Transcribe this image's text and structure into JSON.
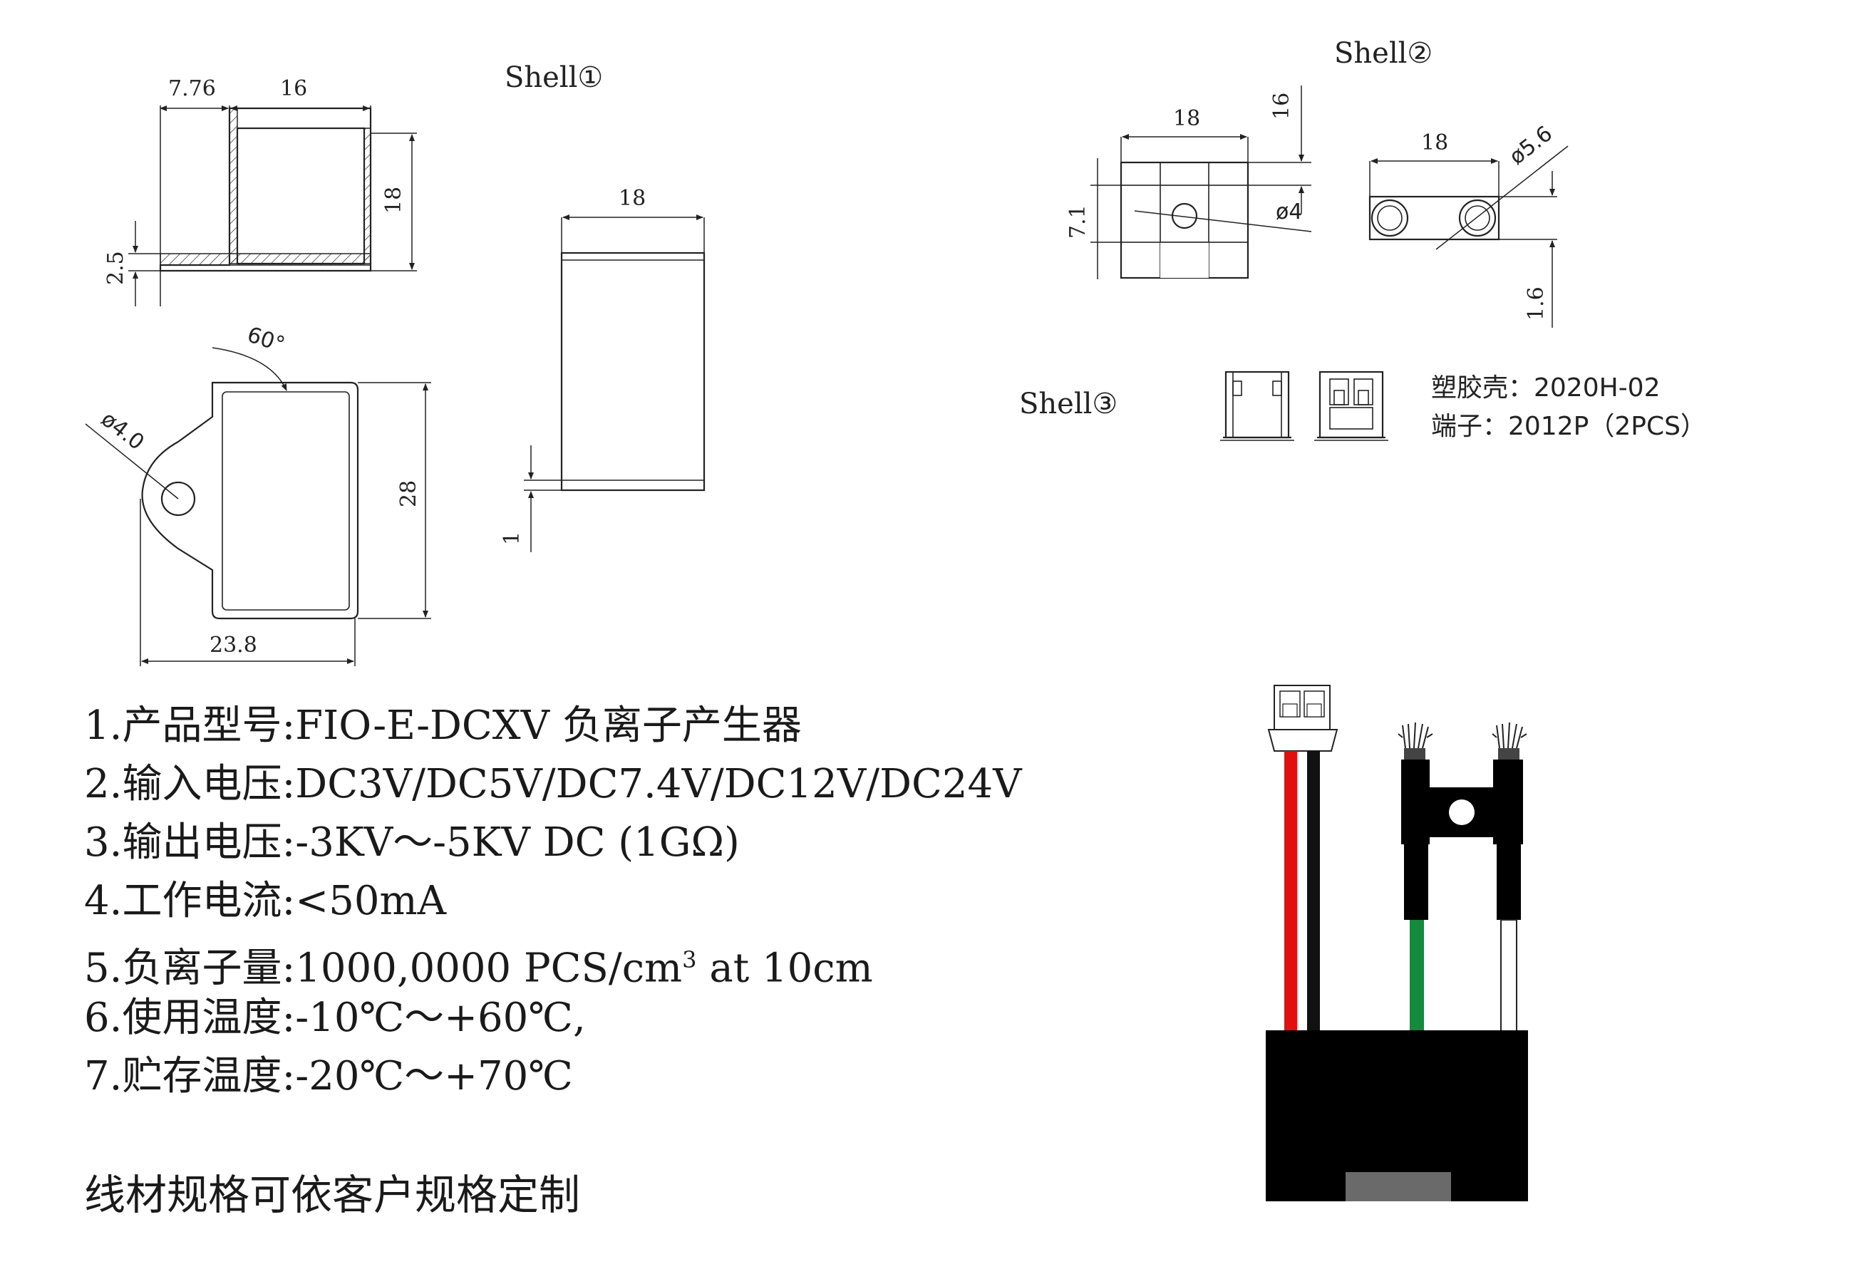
{
  "shell1": {
    "label": "Shell①",
    "dims": {
      "width_left": "7.76",
      "width_mid": "16",
      "height": "18",
      "base": "2.5",
      "angle": "60°",
      "hole": "ø4.0",
      "length": "28",
      "total_width": "23.8",
      "side_width": "18",
      "side_thickness": "1"
    }
  },
  "shell2": {
    "label": "Shell②",
    "dims": {
      "width_a": "18",
      "height_a": "16",
      "side": "7.1",
      "hole_a": "ø4",
      "width_b": "18",
      "hole_b": "ø5.6",
      "offset": "1.6"
    }
  },
  "shell3": {
    "label": "Shell③",
    "housing": "塑胶壳：2020H-02",
    "terminal": "端子：2012P（2PCS）"
  },
  "specs": [
    {
      "num": "1.",
      "title": "产品型号",
      "value": ":FIO-E-DCXV 负离子产生器"
    },
    {
      "num": "2.",
      "title": "输入电压",
      "value": ":DC3V/DC5V/DC7.4V/DC12V/DC24V"
    },
    {
      "num": "3.",
      "title": "输出电压",
      "value": ":-3KV～-5KV DC (1GΩ)"
    },
    {
      "num": "4.",
      "title": "工作电流",
      "value": ":<50mA"
    },
    {
      "num": "5.",
      "title": "负离子量",
      "value": ":1000,0000 PCS/cm",
      "sup": "3",
      "suffix": " at 10cm"
    },
    {
      "num": "6.",
      "title": "使用温度",
      "value": ":-10℃～+60℃,"
    },
    {
      "num": "7.",
      "title": "贮存温度",
      "value": ":-20℃～+70℃"
    }
  ],
  "note": "线材规格可依客户规格定制",
  "colors": {
    "wire_red": "#e01010",
    "wire_black": "#111111",
    "wire_green": "#138a3c",
    "wire_white": "#ffffff",
    "body": "#000000",
    "label_patch": "#6a6a6a"
  }
}
